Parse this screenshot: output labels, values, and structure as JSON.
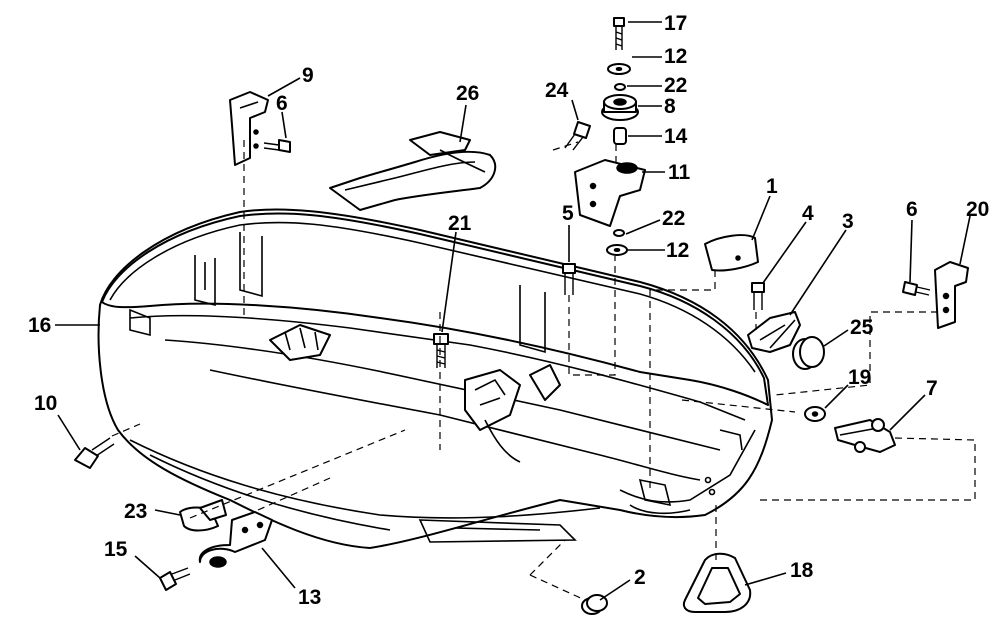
{
  "diagram": {
    "labels": [
      {
        "id": "17",
        "text": "17"
      },
      {
        "id": "12a",
        "text": "12"
      },
      {
        "id": "22a",
        "text": "22"
      },
      {
        "id": "8",
        "text": "8"
      },
      {
        "id": "14",
        "text": "14"
      },
      {
        "id": "24",
        "text": "24"
      },
      {
        "id": "11",
        "text": "11"
      },
      {
        "id": "26",
        "text": "26"
      },
      {
        "id": "9",
        "text": "9"
      },
      {
        "id": "6a",
        "text": "6"
      },
      {
        "id": "5",
        "text": "5"
      },
      {
        "id": "22b",
        "text": "22"
      },
      {
        "id": "12b",
        "text": "12"
      },
      {
        "id": "1",
        "text": "1"
      },
      {
        "id": "4",
        "text": "4"
      },
      {
        "id": "3",
        "text": "3"
      },
      {
        "id": "6b",
        "text": "6"
      },
      {
        "id": "20",
        "text": "20"
      },
      {
        "id": "21",
        "text": "21"
      },
      {
        "id": "16",
        "text": "16"
      },
      {
        "id": "25",
        "text": "25"
      },
      {
        "id": "19",
        "text": "19"
      },
      {
        "id": "7",
        "text": "7"
      },
      {
        "id": "10",
        "text": "10"
      },
      {
        "id": "23",
        "text": "23"
      },
      {
        "id": "15",
        "text": "15"
      },
      {
        "id": "13",
        "text": "13"
      },
      {
        "id": "2",
        "text": "2"
      },
      {
        "id": "18",
        "text": "18"
      }
    ]
  }
}
